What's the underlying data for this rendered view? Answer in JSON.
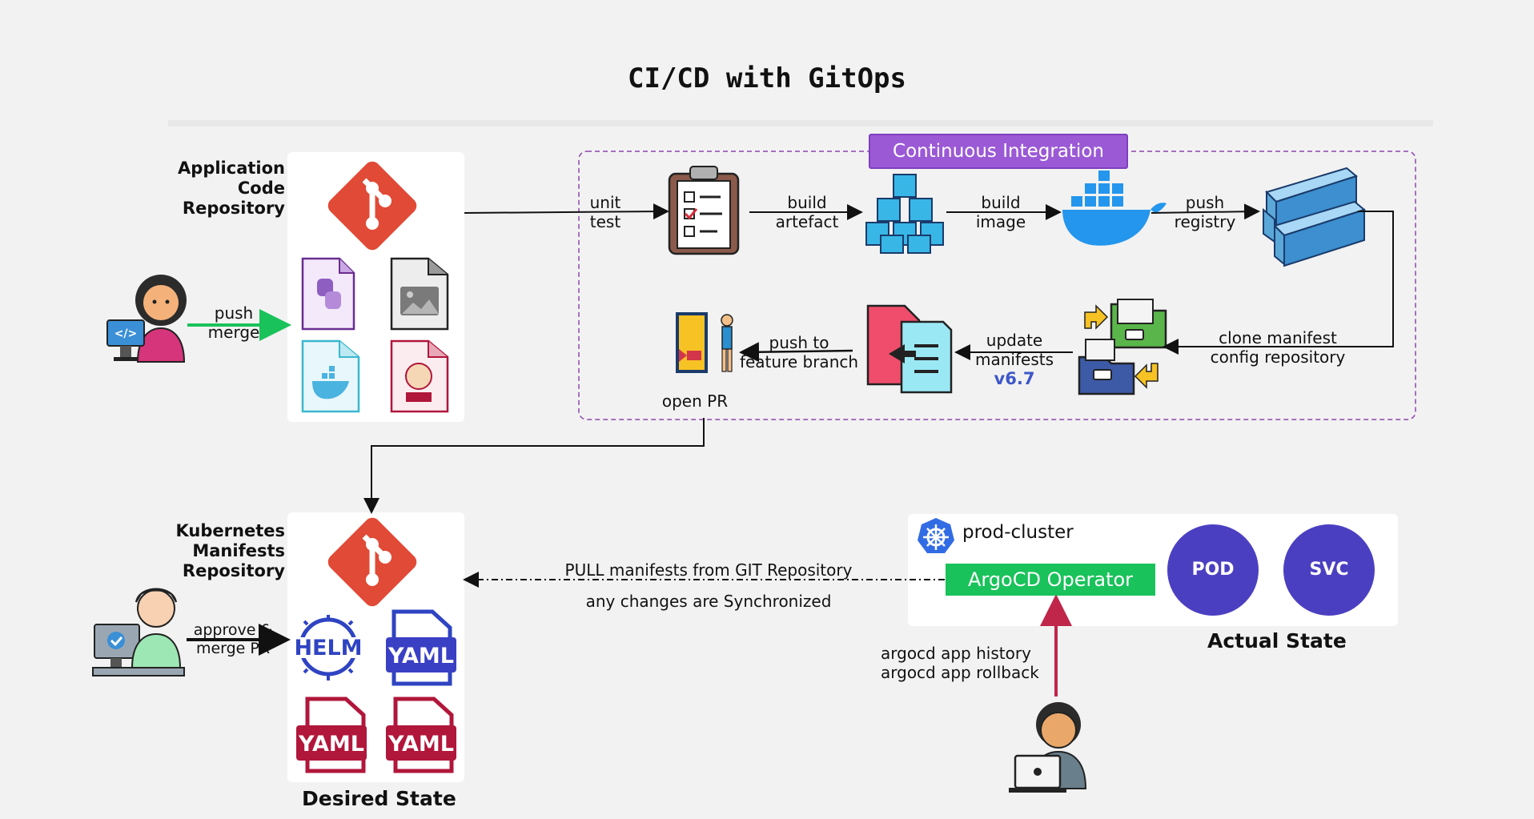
{
  "title": "CI/CD with GitOps",
  "app_repo_label": [
    "Application",
    "Code",
    "Repository"
  ],
  "k8s_repo_label": [
    "Kubernetes",
    "Manifests",
    "Repository"
  ],
  "push_merge": [
    "push",
    "merge"
  ],
  "approve_merge": [
    "approve &",
    "merge PR"
  ],
  "ci_label": "Continuous Integration",
  "steps": {
    "unit_test": [
      "unit",
      "test"
    ],
    "build_artefact": [
      "build",
      "artefact"
    ],
    "build_image": [
      "build",
      "image"
    ],
    "push_registry": [
      "push",
      "registry"
    ],
    "clone_manifest": [
      "clone manifest",
      "config repository"
    ],
    "update_manifests": [
      "update",
      "manifests"
    ],
    "version": "v6.7",
    "push_feature": [
      "push to",
      "feature branch"
    ],
    "open_pr": "open PR"
  },
  "pull_text": [
    "PULL manifests from GIT Repository",
    "any changes are Synchronized"
  ],
  "cluster_name": "prod-cluster",
  "operator_label": "ArgoCD Operator",
  "pod_label": "POD",
  "svc_label": "SVC",
  "actual_state": "Actual State",
  "desired_state": "Desired State",
  "argocd_cmds": [
    "argocd app history",
    "argocd app rollback"
  ],
  "file_tags": {
    "helm": "HELM",
    "yaml": "YAML"
  },
  "colors": {
    "git": "#e04a36",
    "ci_border": "#8e44ad",
    "ci_badge": "#9b59d6",
    "argocd": "#19c25a",
    "circle": "#4b3fc1",
    "arrow_green": "#19c25a",
    "arrow_red": "#c0264a",
    "version": "#3d57c9"
  }
}
